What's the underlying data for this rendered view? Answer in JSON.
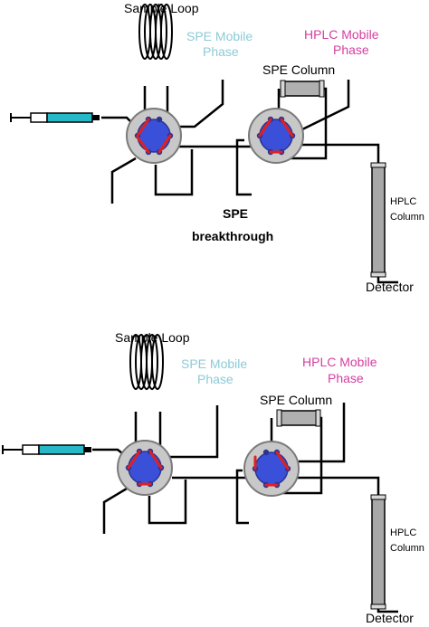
{
  "colors": {
    "spe_mobile_phase": "#8ccbd6",
    "hplc_mobile_phase": "#d43fa0",
    "valve_rotor": "#3b50d8",
    "valve_body": "#c8c8c8",
    "port_connection": "#e02020",
    "syringe_fill": "#27b8c8"
  },
  "icons": [
    "syringe-icon",
    "sample-loop-coil",
    "six-port-valve",
    "spe-column",
    "hplc-column"
  ],
  "panels": [
    {
      "sample_loop": "Sample Loop",
      "spe_mobile_line1": "SPE Mobile",
      "spe_mobile_line2": "Phase",
      "hplc_mobile_line1": "HPLC Mobile",
      "hplc_mobile_line2": "Phase",
      "spe_column": "SPE Column",
      "hplc_column_line1": "HPLC",
      "hplc_column_line2": "Column",
      "detector": "Detector",
      "breakthrough_line1": "SPE",
      "breakthrough_line2": "breakthrough"
    },
    {
      "sample_loop": "Sample Loop",
      "spe_mobile_line1": "SPE Mobile",
      "spe_mobile_line2": "Phase",
      "hplc_mobile_line1": "HPLC Mobile",
      "hplc_mobile_line2": "Phase",
      "spe_column": "SPE Column",
      "hplc_column_line1": "HPLC",
      "hplc_column_line2": "Column",
      "detector": "Detector"
    }
  ]
}
